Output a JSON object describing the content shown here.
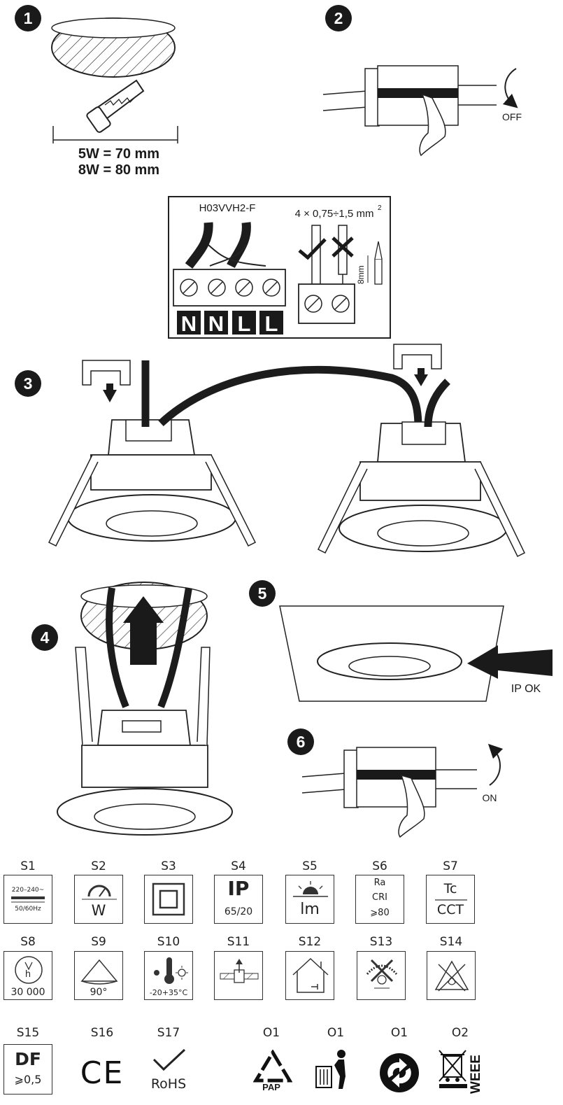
{
  "steps": {
    "s1": "1",
    "s2": "2",
    "s3": "3",
    "s4": "4",
    "s5": "5",
    "s6": "6"
  },
  "cutout": {
    "line1": "5W = 70 mm",
    "line2": "8W = 80 mm"
  },
  "switch_off": "OFF",
  "switch_on": "ON",
  "wiring": {
    "cable_type": "H03VVH2-F",
    "cable_section": "4 × 0,75÷1,5 mm",
    "section_exp": "2",
    "strip_length": "8mm",
    "terminals": [
      "N",
      "N",
      "L",
      "L"
    ]
  },
  "ip_label": "IP OK",
  "symbols": [
    {
      "id": "S1",
      "lines": [
        "220–240~",
        "50/60Hz"
      ],
      "icon": "voltage-icon"
    },
    {
      "id": "S2",
      "lines": [
        "W"
      ],
      "icon": "power-dial-icon"
    },
    {
      "id": "S3",
      "lines": [],
      "icon": "class-ii-double-square-icon"
    },
    {
      "id": "S4",
      "lines": [
        "IP",
        "65/20"
      ],
      "icon": "ip-icon"
    },
    {
      "id": "S5",
      "lines": [
        "lm"
      ],
      "icon": "lumen-sun-icon"
    },
    {
      "id": "S6",
      "lines": [
        "Ra",
        "CRI",
        "⩾80"
      ],
      "icon": "cri-icon"
    },
    {
      "id": "S7",
      "lines": [
        "Tc",
        "CCT"
      ],
      "icon": "cct-icon"
    },
    {
      "id": "S8",
      "lines": [
        "h",
        "30 000"
      ],
      "icon": "clock-icon"
    },
    {
      "id": "S9",
      "lines": [
        "90°"
      ],
      "icon": "beam-angle-icon"
    },
    {
      "id": "S10",
      "lines": [
        "-20+35°C"
      ],
      "icon": "thermometer-icon"
    },
    {
      "id": "S11",
      "lines": [],
      "icon": "recessed-mount-icon"
    },
    {
      "id": "S12",
      "lines": [],
      "icon": "indoor-house-icon"
    },
    {
      "id": "S13",
      "lines": [],
      "icon": "no-insulation-cover-icon"
    },
    {
      "id": "S14",
      "lines": [],
      "icon": "no-flammable-surface-icon"
    },
    {
      "id": "S15",
      "lines": [
        "DF",
        "⩾0,5"
      ],
      "icon": "df-icon"
    },
    {
      "id": "S16",
      "lines": [
        "CE"
      ],
      "icon": "ce-mark-icon"
    },
    {
      "id": "S17",
      "lines": [
        "RoHS"
      ],
      "icon": "rohs-check-icon"
    }
  ],
  "disposal": [
    {
      "id": "O1",
      "text": "PAP",
      "icon": "paper-recycle-icon"
    },
    {
      "id": "O1",
      "text": "",
      "icon": "tidyman-bin-icon"
    },
    {
      "id": "O1",
      "text": "",
      "icon": "green-dot-icon"
    },
    {
      "id": "O2",
      "text": "WEEE",
      "icon": "weee-crossed-bin-icon"
    }
  ],
  "colors": {
    "ink": "#1a1a1a",
    "cable": "#1c1c1c",
    "fill_grey": "#e9e9e9"
  }
}
